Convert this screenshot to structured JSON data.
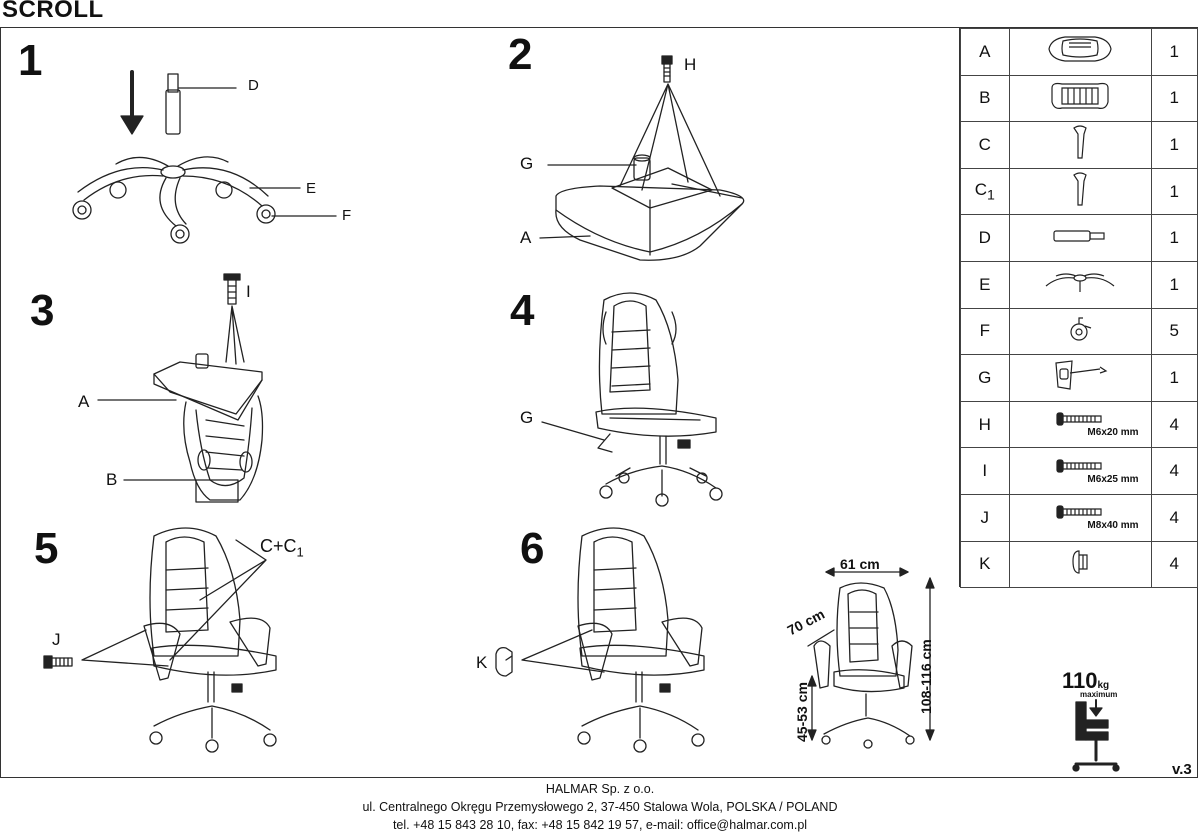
{
  "title": "SCROLL",
  "steps": [
    "1",
    "2",
    "3",
    "4",
    "5",
    "6"
  ],
  "callouts": {
    "s1": {
      "d": "D",
      "e": "E",
      "f": "F"
    },
    "s2": {
      "h": "H",
      "g": "G",
      "a": "A"
    },
    "s3": {
      "i": "I",
      "a": "A",
      "b": "B"
    },
    "s4": {
      "g": "G"
    },
    "s5": {
      "cc1_main": "C+C",
      "cc1_sub": "1",
      "j": "J"
    },
    "s6": {
      "k": "K"
    }
  },
  "dimensions": {
    "width": "61 cm",
    "depth": "70 cm",
    "height": "108-116 cm",
    "seat_height": "45-53 cm"
  },
  "max_load": {
    "value": "110",
    "unit": "kg",
    "note": "maximum"
  },
  "parts": [
    {
      "id": "A",
      "id_sub": "",
      "icon": "seat-icon",
      "qty": "1"
    },
    {
      "id": "B",
      "id_sub": "",
      "icon": "backrest-icon",
      "qty": "1"
    },
    {
      "id": "C",
      "id_sub": "",
      "icon": "armrest-icon",
      "qty": "1"
    },
    {
      "id": "C",
      "id_sub": "1",
      "icon": "armrest-icon",
      "qty": "1"
    },
    {
      "id": "D",
      "id_sub": "",
      "icon": "gas-lift-icon",
      "qty": "1"
    },
    {
      "id": "E",
      "id_sub": "",
      "icon": "star-base-icon",
      "qty": "1"
    },
    {
      "id": "F",
      "id_sub": "",
      "icon": "caster-icon",
      "qty": "5"
    },
    {
      "id": "G",
      "id_sub": "",
      "icon": "mechanism-icon",
      "qty": "1"
    },
    {
      "id": "H",
      "id_sub": "",
      "icon": "screw-icon",
      "screw_label": "M6x20 mm",
      "qty": "4"
    },
    {
      "id": "I",
      "id_sub": "",
      "icon": "screw-icon",
      "screw_label": "M6x25 mm",
      "qty": "4"
    },
    {
      "id": "J",
      "id_sub": "",
      "icon": "screw-icon",
      "screw_label": "M8x40 mm",
      "qty": "4"
    },
    {
      "id": "K",
      "id_sub": "",
      "icon": "cap-icon",
      "qty": "4"
    }
  ],
  "version": "v.3",
  "footer": {
    "line1": "HALMAR Sp. z o.o.",
    "line2": "ul. Centralnego Okręgu Przemysłowego 2, 37-450 Stalowa Wola, POLSKA / POLAND",
    "line3": "tel. +48 15 843 28 10, fax: +48 15 842 19 57, e-mail: office@halmar.com.pl"
  }
}
